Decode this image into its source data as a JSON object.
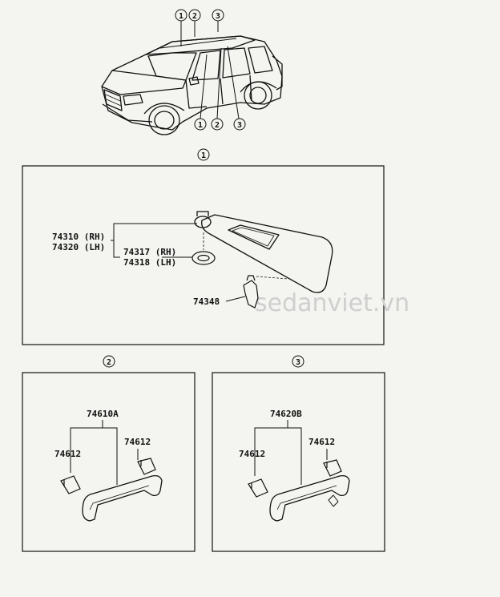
{
  "callouts": {
    "top": [
      "1",
      "2",
      "3"
    ],
    "bottom": [
      "1",
      "2",
      "3"
    ],
    "panel1": "1",
    "panel2": "2",
    "panel3": "3"
  },
  "panel1": {
    "part_rh": "74310 (RH)",
    "part_lh": "74320 (LH)",
    "holder_rh": "74317 (RH)",
    "holder_lh": "74318 (LH)",
    "clip": "74348"
  },
  "panel2": {
    "grip": "74610A",
    "cover_left": "74612",
    "cover_right": "74612"
  },
  "panel3": {
    "grip": "74620B",
    "cover_left": "74612",
    "cover_right": "74612"
  },
  "watermark": "sedanviet.vn"
}
